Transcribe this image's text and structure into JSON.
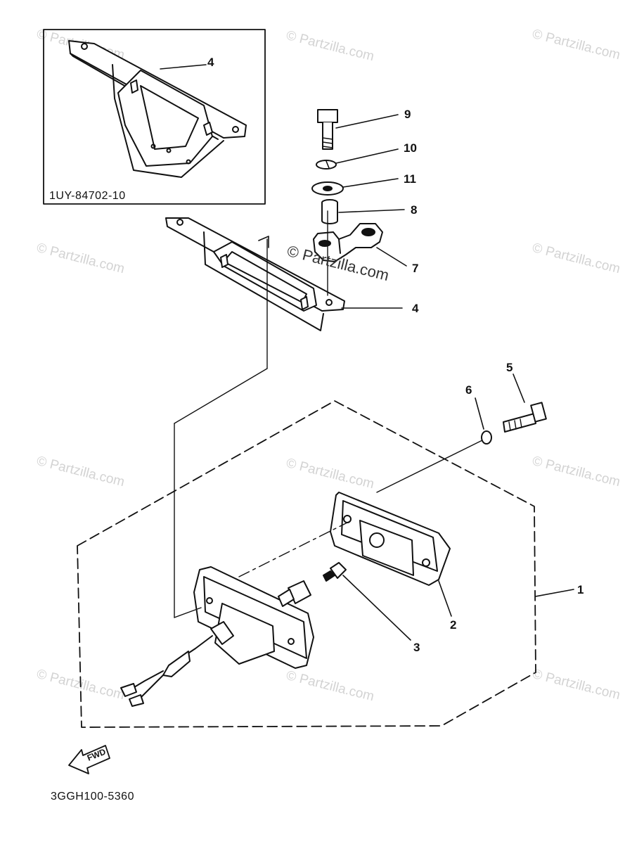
{
  "watermark": {
    "text": "© Partzilla.com"
  },
  "center_watermark": {
    "text": "© Partzilla.com"
  },
  "inset": {
    "code": "1UY-84702-10",
    "callout": "4"
  },
  "callouts": {
    "c9": "9",
    "c10": "10",
    "c11": "11",
    "c8": "8",
    "c7": "7",
    "c4": "4",
    "c5": "5",
    "c6": "6",
    "c1": "1",
    "c2": "2",
    "c3": "3"
  },
  "fwd_label": "FWD",
  "figure_code": "3GGH100-5360"
}
